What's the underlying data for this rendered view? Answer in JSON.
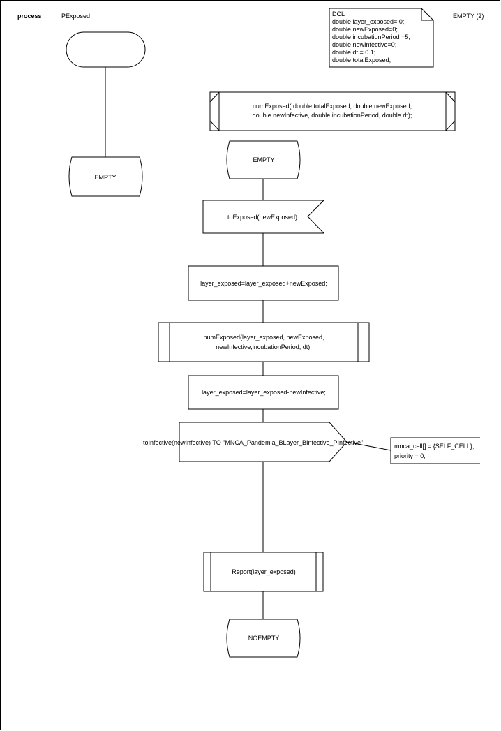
{
  "header": {
    "keyword": "process",
    "name": "PExposed",
    "page_ref": "EMPTY (2)"
  },
  "declarations": {
    "lines": [
      "DCL",
      "double layer_exposed= 0;",
      "double newExposed=0;",
      "double incubationPeriod =5;",
      "double newInfective=0;",
      "double dt = 0.1;",
      "double totalExposed;"
    ]
  },
  "procedure_decl": {
    "lines": [
      "numExposed( double totalExposed, double newExposed,",
      "double newInfective, double incubationPeriod, double dt);"
    ]
  },
  "left_branch": {
    "start_label": "",
    "state_label": "EMPTY"
  },
  "main_flow": {
    "state_label": "EMPTY",
    "input_signal": "toExposed(newExposed)",
    "task1": "layer_exposed=layer_exposed+newExposed;",
    "procedure_call": [
      "numExposed(layer_exposed, newExposed,",
      "newInfective,incubationPeriod, dt);"
    ],
    "task2": "layer_exposed=layer_exposed-newInfective;",
    "output_signal": "toInfective(newInfective) TO \"MNCA_Pandemia_BLayer_BInfective_PInfective\"",
    "output_comment": [
      "mnca_cell[] = {SELF_CELL};",
      "priority = 0;"
    ],
    "report_call": "Report(layer_exposed)",
    "next_state": "NOEMPTY"
  }
}
